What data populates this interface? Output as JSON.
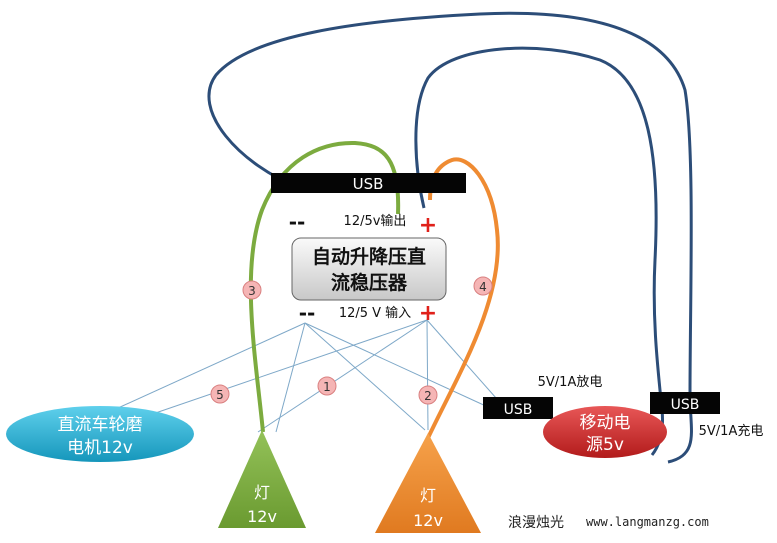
{
  "top_port": {
    "label": "USB"
  },
  "output": {
    "label": "12/5v输出",
    "minus": "--",
    "plus": "+"
  },
  "regulator": {
    "line1": "自动升降压直",
    "line2": "流稳压器"
  },
  "input": {
    "label": "12/5 V 输入",
    "minus": "--",
    "plus": "+"
  },
  "motor": {
    "line1": "直流车轮磨",
    "line2": "电机12v"
  },
  "lamp_green": {
    "line1": "灯",
    "line2": "12v"
  },
  "lamp_orange": {
    "line1": "灯",
    "line2": "12v"
  },
  "powerbank": {
    "line1": "移动电",
    "line2": "源5v",
    "discharge_label": "5V/1A放电",
    "charge_label": "5V/1A充电",
    "usb_out_label": "USB",
    "usb_in_label": "USB"
  },
  "connections": [
    {
      "number": "1"
    },
    {
      "number": "2"
    },
    {
      "number": "3"
    },
    {
      "number": "4"
    },
    {
      "number": "5"
    }
  ],
  "watermark": {
    "brand": "浪漫烛光",
    "url": "www.langmanzg.com"
  },
  "colors": {
    "green": "#7cab3f",
    "orange": "#ef8b32",
    "blue_line": "#2c4d78",
    "thin_line": "#7ea8c8",
    "red": "#e0201a",
    "badge_fill": "#f5b5b5"
  }
}
